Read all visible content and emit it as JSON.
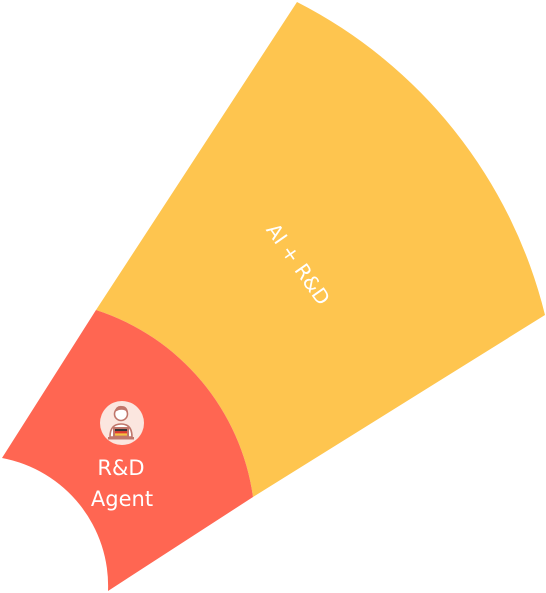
{
  "diagram": {
    "outer_segment": {
      "label": "AI + R&D",
      "color": "#FEC54F"
    },
    "inner_segment": {
      "label_line1": "R&D",
      "label_line2": "Agent",
      "color": "#FF6652",
      "icon": "person-at-laptop-icon"
    }
  }
}
